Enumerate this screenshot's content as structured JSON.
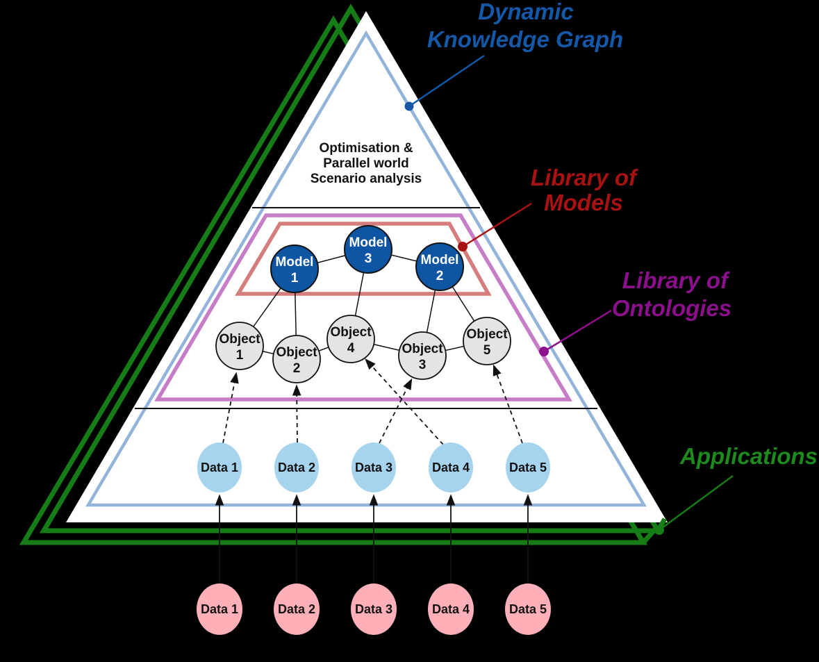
{
  "figure": {
    "apex_section": {
      "line1": "Optimisation &",
      "line2": "Parallel world",
      "line3": "Scenario analysis"
    },
    "models": [
      {
        "word": "Model",
        "num": "1"
      },
      {
        "word": "Model",
        "num": "3"
      },
      {
        "word": "Model",
        "num": "2"
      }
    ],
    "objects": [
      {
        "word": "Object",
        "num": "1"
      },
      {
        "word": "Object",
        "num": "2"
      },
      {
        "word": "Object",
        "num": "4"
      },
      {
        "word": "Object",
        "num": "3"
      },
      {
        "word": "Object",
        "num": "5"
      }
    ],
    "data_internal": [
      "Data 1",
      "Data 2",
      "Data 3",
      "Data 4",
      "Data 5"
    ],
    "data_external": [
      "Data 1",
      "Data 2",
      "Data 3",
      "Data 4",
      "Data 5"
    ],
    "labels": {
      "dynamic_knowledge_graph": {
        "line1": "Dynamic",
        "line2": "Knowledge Graph"
      },
      "library_of_models": {
        "line1": "Library of",
        "line2": "Models"
      },
      "library_of_ontologies": {
        "line1": "Library of",
        "line2": "Ontologies"
      },
      "applications": {
        "text": "Applications"
      }
    },
    "colors": {
      "background": "#000000",
      "triangle_fill": "#ffffff",
      "kg_outline": "#92b4da",
      "applications_green": "#167d16",
      "models_box": "#d57c7c",
      "ontologies_box": "#c77cc7",
      "model_node": "#0e56a3",
      "object_node": "#e4e4e4",
      "data_node_internal": "#a6d4ef",
      "data_node_external": "#feafb7",
      "label_blue": "#1558a8",
      "label_red": "#a81212",
      "label_purple": "#8c108c",
      "label_green": "#1e8a1e"
    }
  }
}
